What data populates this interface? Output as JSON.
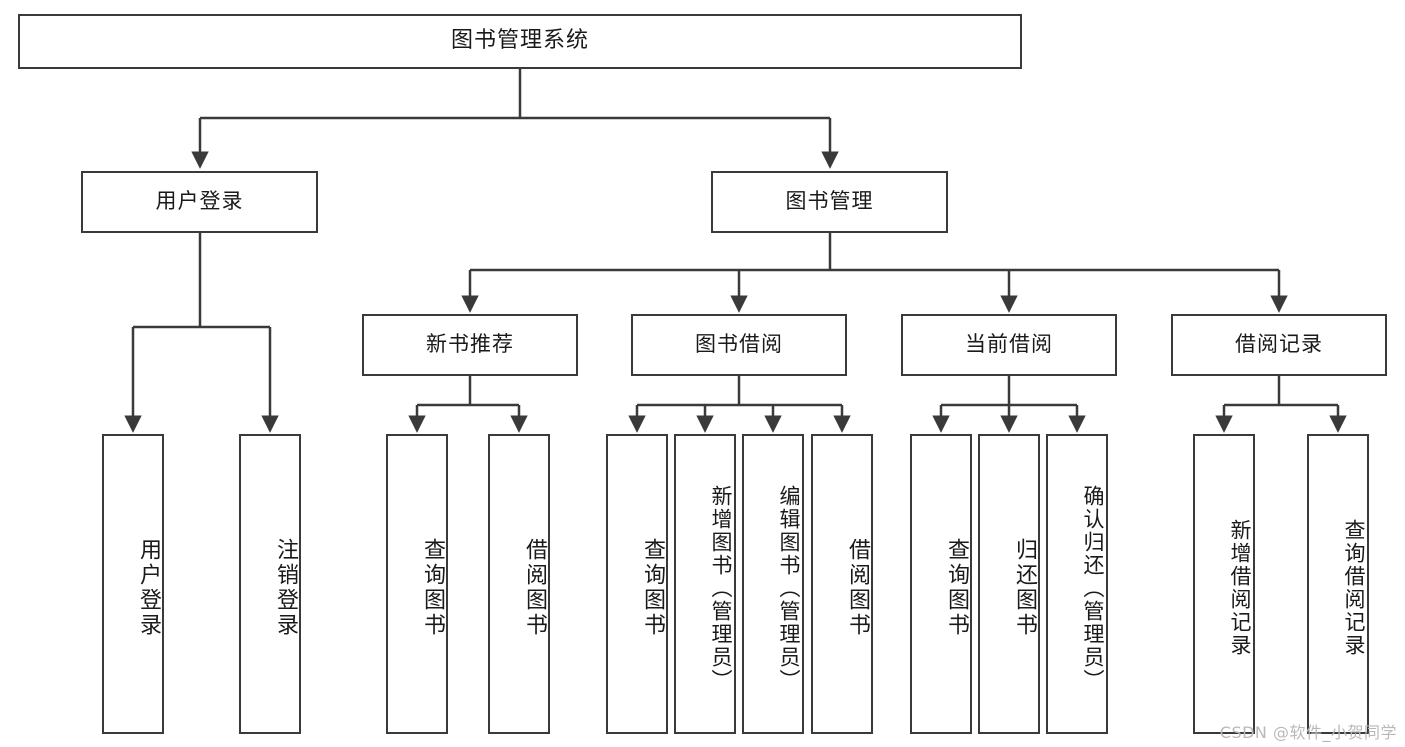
{
  "diagram": {
    "title": "图书管理系统",
    "type": "tree",
    "root": {
      "id": "root",
      "label": "图书管理系统",
      "orientation": "horizontal"
    },
    "level2": [
      {
        "id": "user-login",
        "label": "用户登录",
        "orientation": "horizontal"
      },
      {
        "id": "book-manage",
        "label": "图书管理",
        "orientation": "horizontal"
      }
    ],
    "level3": [
      {
        "id": "new-book-recommend",
        "label": "新书推荐",
        "orientation": "horizontal",
        "parent": "book-manage"
      },
      {
        "id": "book-borrow",
        "label": "图书借阅",
        "orientation": "horizontal",
        "parent": "book-manage"
      },
      {
        "id": "current-borrow",
        "label": "当前借阅",
        "orientation": "horizontal",
        "parent": "book-manage"
      },
      {
        "id": "borrow-record",
        "label": "借阅记录",
        "orientation": "horizontal",
        "parent": "book-manage"
      }
    ],
    "leaves": [
      {
        "id": "leaf-user-login",
        "label": "用户登录",
        "parent": "user-login"
      },
      {
        "id": "leaf-user-logout",
        "label": "注销登录",
        "parent": "user-login"
      },
      {
        "id": "leaf-query-book-1",
        "label": "查询图书",
        "parent": "new-book-recommend"
      },
      {
        "id": "leaf-borrow-book-1",
        "label": "借阅图书",
        "parent": "new-book-recommend"
      },
      {
        "id": "leaf-query-book-2",
        "label": "查询图书",
        "parent": "book-borrow"
      },
      {
        "id": "leaf-add-book",
        "label": "新增图书（管理员）",
        "parent": "book-borrow"
      },
      {
        "id": "leaf-edit-book",
        "label": "编辑图书（管理员）",
        "parent": "book-borrow"
      },
      {
        "id": "leaf-borrow-book-2",
        "label": "借阅图书",
        "parent": "book-borrow"
      },
      {
        "id": "leaf-query-book-3",
        "label": "查询图书",
        "parent": "current-borrow"
      },
      {
        "id": "leaf-return-book",
        "label": "归还图书",
        "parent": "current-borrow"
      },
      {
        "id": "leaf-confirm-return",
        "label": "确认归还（管理员）",
        "parent": "current-borrow"
      },
      {
        "id": "leaf-add-record",
        "label": "新增借阅记录",
        "parent": "borrow-record"
      },
      {
        "id": "leaf-query-record",
        "label": "查询借阅记录",
        "parent": "borrow-record"
      }
    ]
  },
  "watermark": {
    "text": "CSDN @软件_小贺同学"
  },
  "colors": {
    "stroke": "#3a3a3a",
    "fill": "#ffffff",
    "text": "#1a1a1a",
    "watermark": "#b9b9b9"
  }
}
